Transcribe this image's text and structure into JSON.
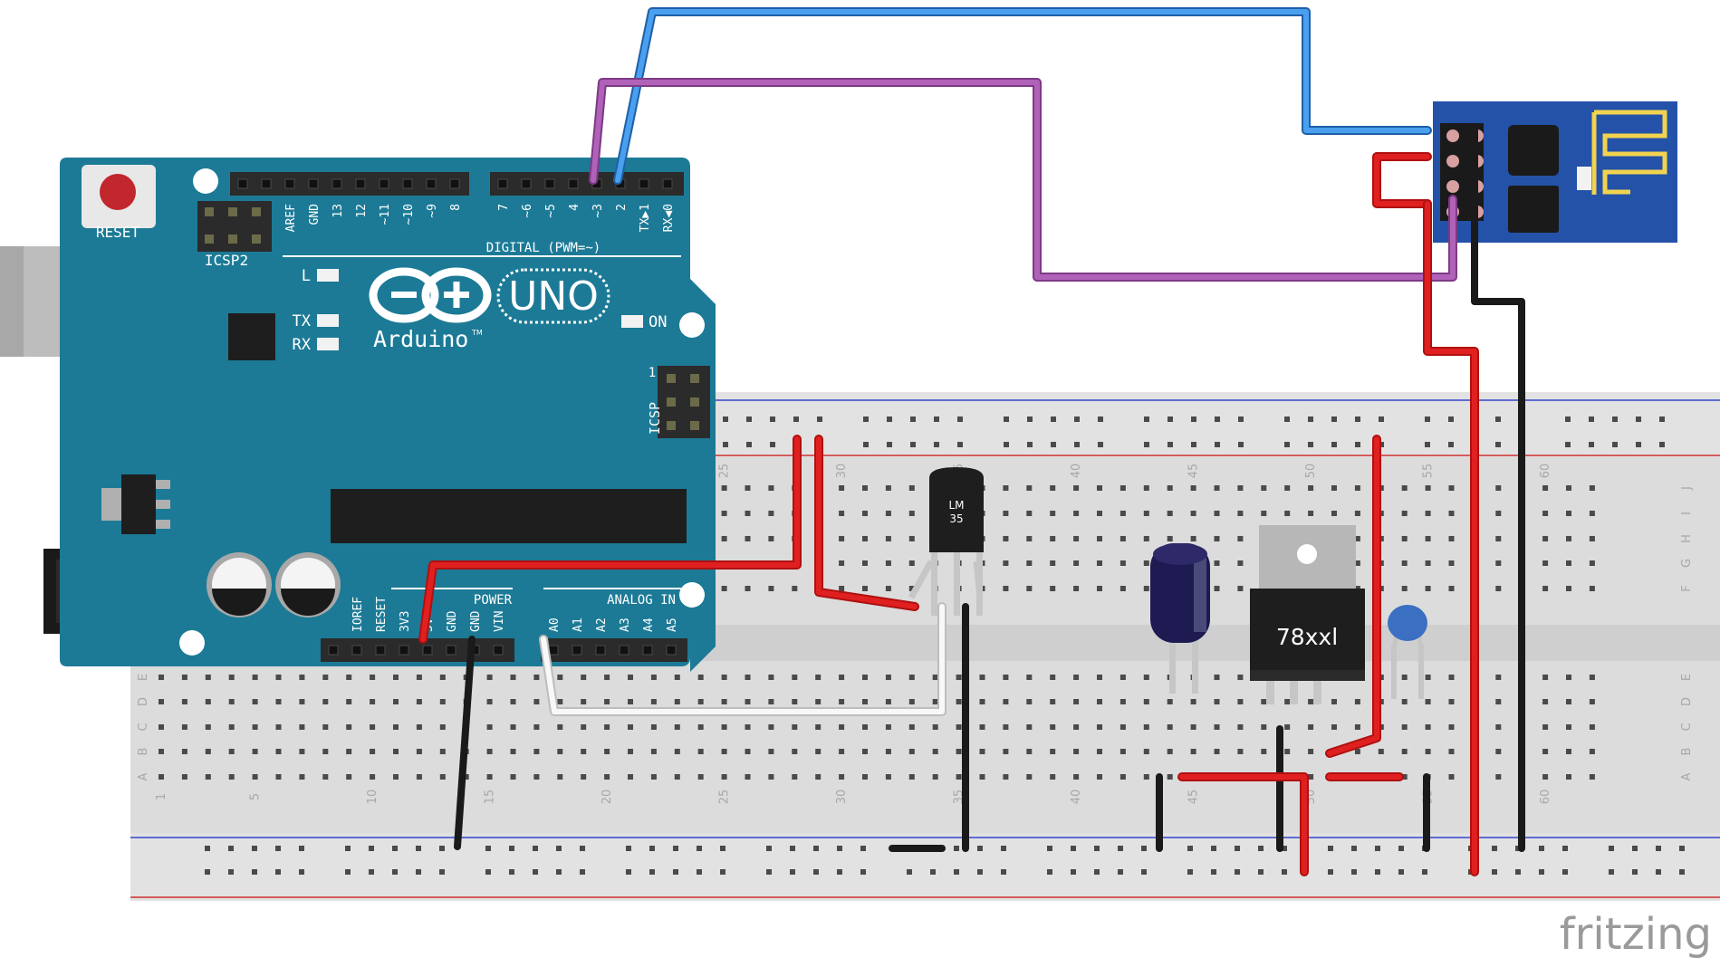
{
  "arduino": {
    "reset_label": "RESET",
    "icsp2_label": "ICSP2",
    "icsp_label": "ICSP",
    "icsp_pin1_label": "1",
    "brand": "Arduino",
    "trademark": "TM",
    "model": "UNO",
    "digital_section_label": "DIGITAL (PWM=~)",
    "power_section_label": "POWER",
    "analog_section_label": "ANALOG IN",
    "on_label": "ON",
    "l_label": "L",
    "tx_label": "TX",
    "rx_label": "RX",
    "digital_pin_labels_left": [
      "AREF",
      "GND",
      "13",
      "12",
      "~11",
      "~10",
      "~9",
      "8"
    ],
    "digital_pin_labels_right": [
      "7",
      "~6",
      "~5",
      "4",
      "~3",
      "2",
      "TX▶1",
      "RX◀0"
    ],
    "power_pin_labels": [
      "IOREF",
      "RESET",
      "3V3",
      "5V",
      "GND",
      "GND",
      "VIN"
    ],
    "analog_pin_labels": [
      "A0",
      "A1",
      "A2",
      "A3",
      "A4",
      "A5"
    ]
  },
  "breadboard": {
    "row_letters_top": [
      "J",
      "I",
      "H",
      "G",
      "F"
    ],
    "row_letters_bottom": [
      "E",
      "D",
      "C",
      "B",
      "A"
    ],
    "column_numbers": [
      "1",
      "5",
      "10",
      "15",
      "20",
      "25",
      "30",
      "35",
      "40",
      "45",
      "50",
      "55",
      "60"
    ]
  },
  "components": {
    "sensor_label_line1": "LM",
    "sensor_label_line2": "35",
    "regulator_label": "78xxl"
  },
  "watermark": "fritzing",
  "colors": {
    "board_teal": "#1c7a96",
    "breadboard_gray": "#dcdcdc",
    "wire_red": "#d01818",
    "wire_black": "#1a1a1a",
    "wire_blue": "#2f86d6",
    "wire_purple": "#a050a8",
    "wire_white": "#f4f4f4",
    "esp_blue": "#2352a8"
  }
}
